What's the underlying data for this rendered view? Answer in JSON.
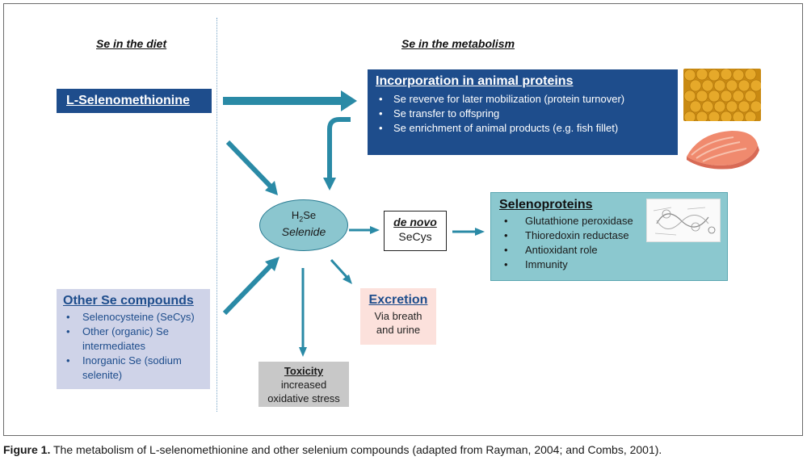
{
  "headings": {
    "diet": "Se in the diet",
    "metabolism": "Se in the metabolism"
  },
  "l_selenomethionine": "L-Selenomethionine",
  "incorporation": {
    "title": "Incorporation in animal proteins",
    "items": [
      "Se reverve for later mobilization (protein turnover)",
      "Se transfer to offspring",
      "Se  enrichment of animal products (e.g. fish fillet)"
    ]
  },
  "selenide": {
    "formula_main": "H",
    "formula_sub": "2",
    "formula_end": "Se",
    "name": "Selenide"
  },
  "de_novo": {
    "label": "de novo",
    "value": "SeCys"
  },
  "selenoproteins": {
    "title": "Selenoproteins",
    "items": [
      "Glutathione peroxidase",
      "Thioredoxin reductase",
      "Antioxidant role",
      "Immunity"
    ]
  },
  "excretion": {
    "title": "Excretion",
    "line1": "Via breath",
    "line2": "and urine"
  },
  "toxicity": {
    "title": "Toxicity",
    "line1": "increased",
    "line2": "oxidative stress"
  },
  "other_compounds": {
    "title": "Other Se compounds",
    "items": [
      "Selenocysteine (SeCys)",
      "Other (organic) Se intermediates",
      "Inorganic Se (sodium selenite)"
    ]
  },
  "caption": {
    "label": "Figure 1.",
    "text": " The metabolism of L-selenomethionine and other selenium compounds (adapted from Rayman, 2004; and Combs, 2001)."
  },
  "colors": {
    "dark_blue": "#1e4d8c",
    "teal": "#8bc8cf",
    "arrow": "#2a8aa6",
    "lavender": "#cfd3e8",
    "pink": "#fce1dc",
    "grey": "#c8c8c8"
  },
  "icons": [
    "flow-arrow",
    "beads-image",
    "fish-fillet-image",
    "cycle-diagram-image"
  ]
}
